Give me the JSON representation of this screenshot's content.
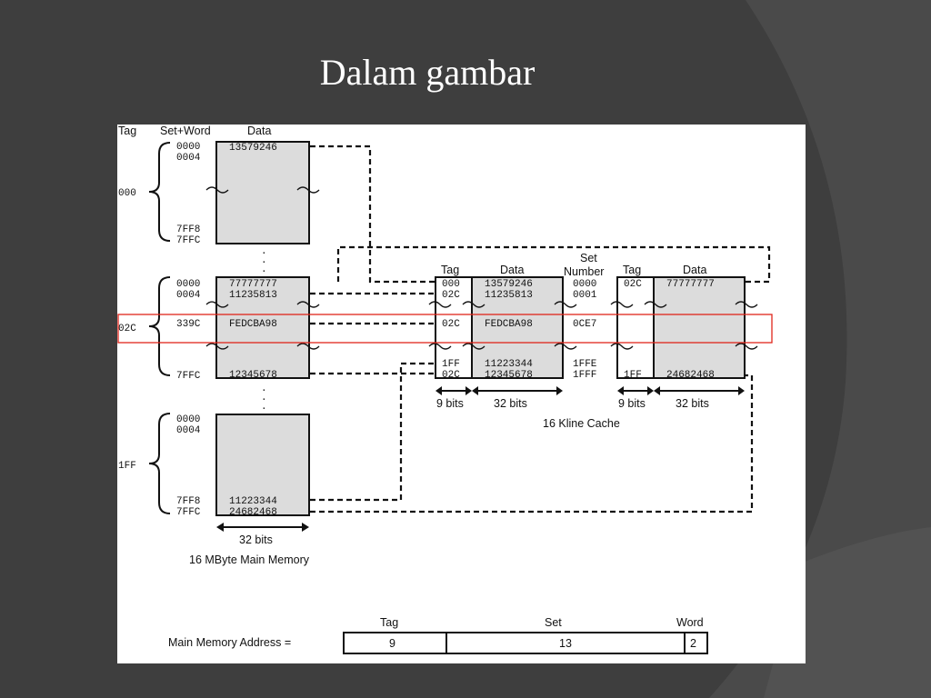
{
  "slide": {
    "title": "Dalam gambar",
    "colors": {
      "background": "#3e3e3e",
      "sweep": "#4a4a4a",
      "highlight": "#e0251b",
      "block_fill": "#dcdcdc"
    }
  },
  "memory": {
    "header_tag": "Tag",
    "header_setword": "Set+Word",
    "header_data": "Data",
    "groups": [
      {
        "tag": "000",
        "addr_top1": "0000",
        "addr_top2": "0004",
        "data_top": "13579246",
        "addr_bot1": "7FF8",
        "addr_bot2": "7FFC"
      },
      {
        "tag": "02C",
        "addr_top1": "0000",
        "addr_top2": "0004",
        "data_top1": "77777777",
        "data_top2": "11235813",
        "addr_mid": "339C",
        "data_mid": "FEDCBA98",
        "addr_bot": "7FFC",
        "data_bot": "12345678"
      },
      {
        "tag": "1FF",
        "addr_top1": "0000",
        "addr_top2": "0004",
        "addr_bot1": "7FF8",
        "addr_bot2": "7FFC",
        "data_bot1": "11223344",
        "data_bot2": "24682468"
      }
    ],
    "width_label": "32 bits",
    "caption": "16 MByte Main Memory"
  },
  "cache": {
    "header_tag": "Tag",
    "header_data": "Data",
    "header_set1": "Set",
    "header_set2": "Number",
    "way1": {
      "tags": [
        "000",
        "02C",
        "02C",
        "1FF",
        "02C"
      ],
      "data": [
        "13579246",
        "11235813",
        "FEDCBA98",
        "11223344",
        "12345678"
      ]
    },
    "sets": [
      "0000",
      "0001",
      "0CE7",
      "1FFE",
      "1FFF"
    ],
    "way2": {
      "tags": [
        "02C",
        "1FF"
      ],
      "data": [
        "77777777",
        "24682468"
      ]
    },
    "tag_bits": "9 bits",
    "data_bits": "32 bits",
    "caption": "16 Kline Cache"
  },
  "address": {
    "label": "Main Memory Address =",
    "field_tag": "Tag",
    "field_set": "Set",
    "field_word": "Word",
    "tag_bits": "9",
    "set_bits": "13",
    "word_bits": "2"
  }
}
